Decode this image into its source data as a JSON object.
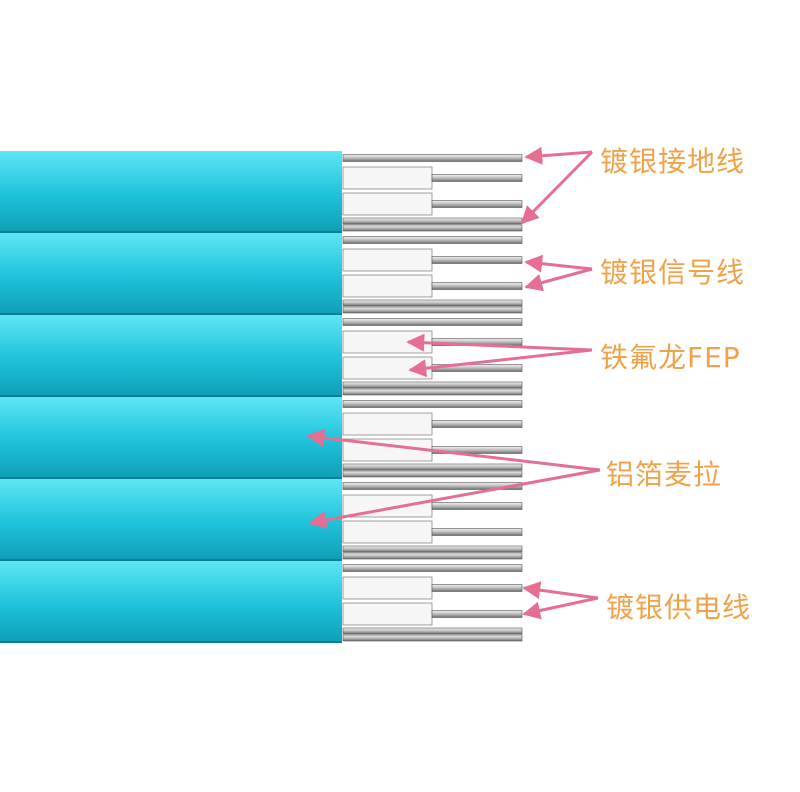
{
  "colors": {
    "jacket": "#1ec2da",
    "jacket_dark": "#0f9fb6",
    "jacket_light": "#5ee6f5",
    "arrow": "#e56e93",
    "label": "#f0a24a",
    "insulation": "#f6f6f6",
    "wire": "#9a9a9a",
    "background": "#ffffff"
  },
  "labels": {
    "ground_wire": "镀银接地线",
    "signal_wire": "镀银信号线",
    "fep_insulation": "铁氟龙FEP",
    "aluminum_foil": "铝箔麦拉",
    "power_wire": "镀银供电线"
  },
  "cable": {
    "channel_count": 6
  }
}
